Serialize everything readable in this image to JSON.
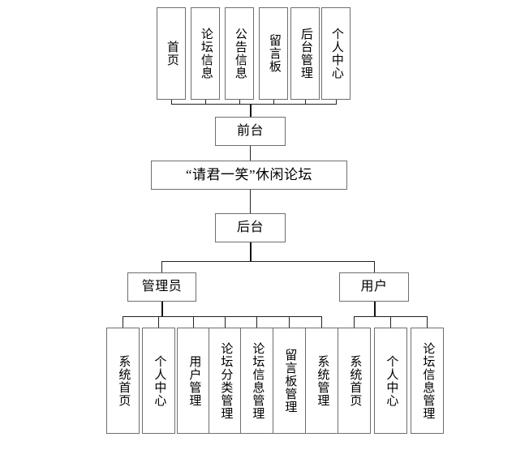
{
  "diagram": {
    "title": "“请君一笑”休闲论坛",
    "root": {
      "label": "“请君一笑”休闲论坛"
    },
    "frontend": {
      "label": "前台",
      "children": [
        {
          "label": "首页"
        },
        {
          "label": "论坛信息"
        },
        {
          "label": "公告信息"
        },
        {
          "label": "留言板"
        },
        {
          "label": "后台管理"
        },
        {
          "label": "个人中心"
        }
      ]
    },
    "backend": {
      "label": "后台",
      "roles": [
        {
          "label": "管理员",
          "children": [
            {
              "label": "系统首页"
            },
            {
              "label": "个人中心"
            },
            {
              "label": "用户管理"
            },
            {
              "label": "论坛分类管理"
            },
            {
              "label": "论坛信息管理"
            },
            {
              "label": "留言板管理"
            },
            {
              "label": "系统管理"
            }
          ]
        },
        {
          "label": "用户",
          "children": [
            {
              "label": "系统首页"
            },
            {
              "label": "个人中心"
            },
            {
              "label": "论坛信息管理"
            }
          ]
        }
      ]
    },
    "colors": {
      "box_border": "#6e6e6e",
      "connector": "#222222",
      "background": "#ffffff",
      "text": "#000000"
    }
  }
}
